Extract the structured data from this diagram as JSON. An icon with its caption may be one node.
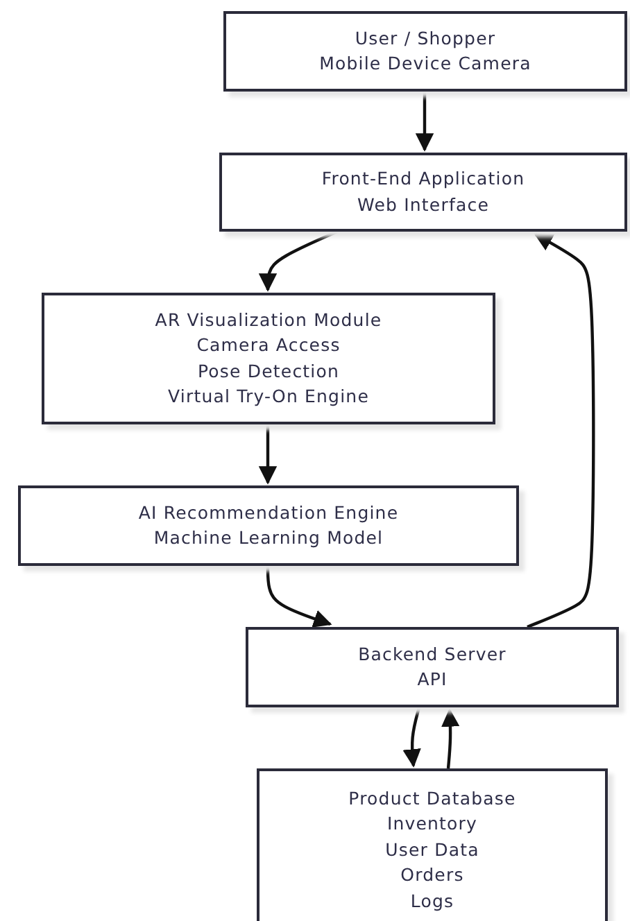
{
  "diagram": {
    "nodes": [
      {
        "text": [
          "User / Shopper",
          "Mobile Device Camera"
        ]
      },
      {
        "text": [
          "Front-End Application",
          "Web Interface"
        ]
      },
      {
        "text": [
          "AR Visualization Module",
          "Camera Access",
          "Pose Detection",
          "Virtual Try-On Engine"
        ]
      },
      {
        "text": [
          "AI Recommendation Engine",
          "Machine Learning Model"
        ]
      },
      {
        "text": [
          "Backend Server",
          "API"
        ]
      },
      {
        "text": [
          "Product Database",
          "Inventory",
          "User Data",
          "Orders",
          "Logs"
        ]
      }
    ],
    "edges": [
      {
        "from": 0,
        "to": 1,
        "arrow": "to"
      },
      {
        "from": 1,
        "to": 2,
        "arrow": "to"
      },
      {
        "from": 2,
        "to": 3,
        "arrow": "to"
      },
      {
        "from": 3,
        "to": 4,
        "arrow": "to"
      },
      {
        "from": 4,
        "to": 1,
        "arrow": "to"
      },
      {
        "from": 4,
        "to": 5,
        "arrow": "to"
      },
      {
        "from": 5,
        "to": 4,
        "arrow": "to"
      }
    ]
  }
}
